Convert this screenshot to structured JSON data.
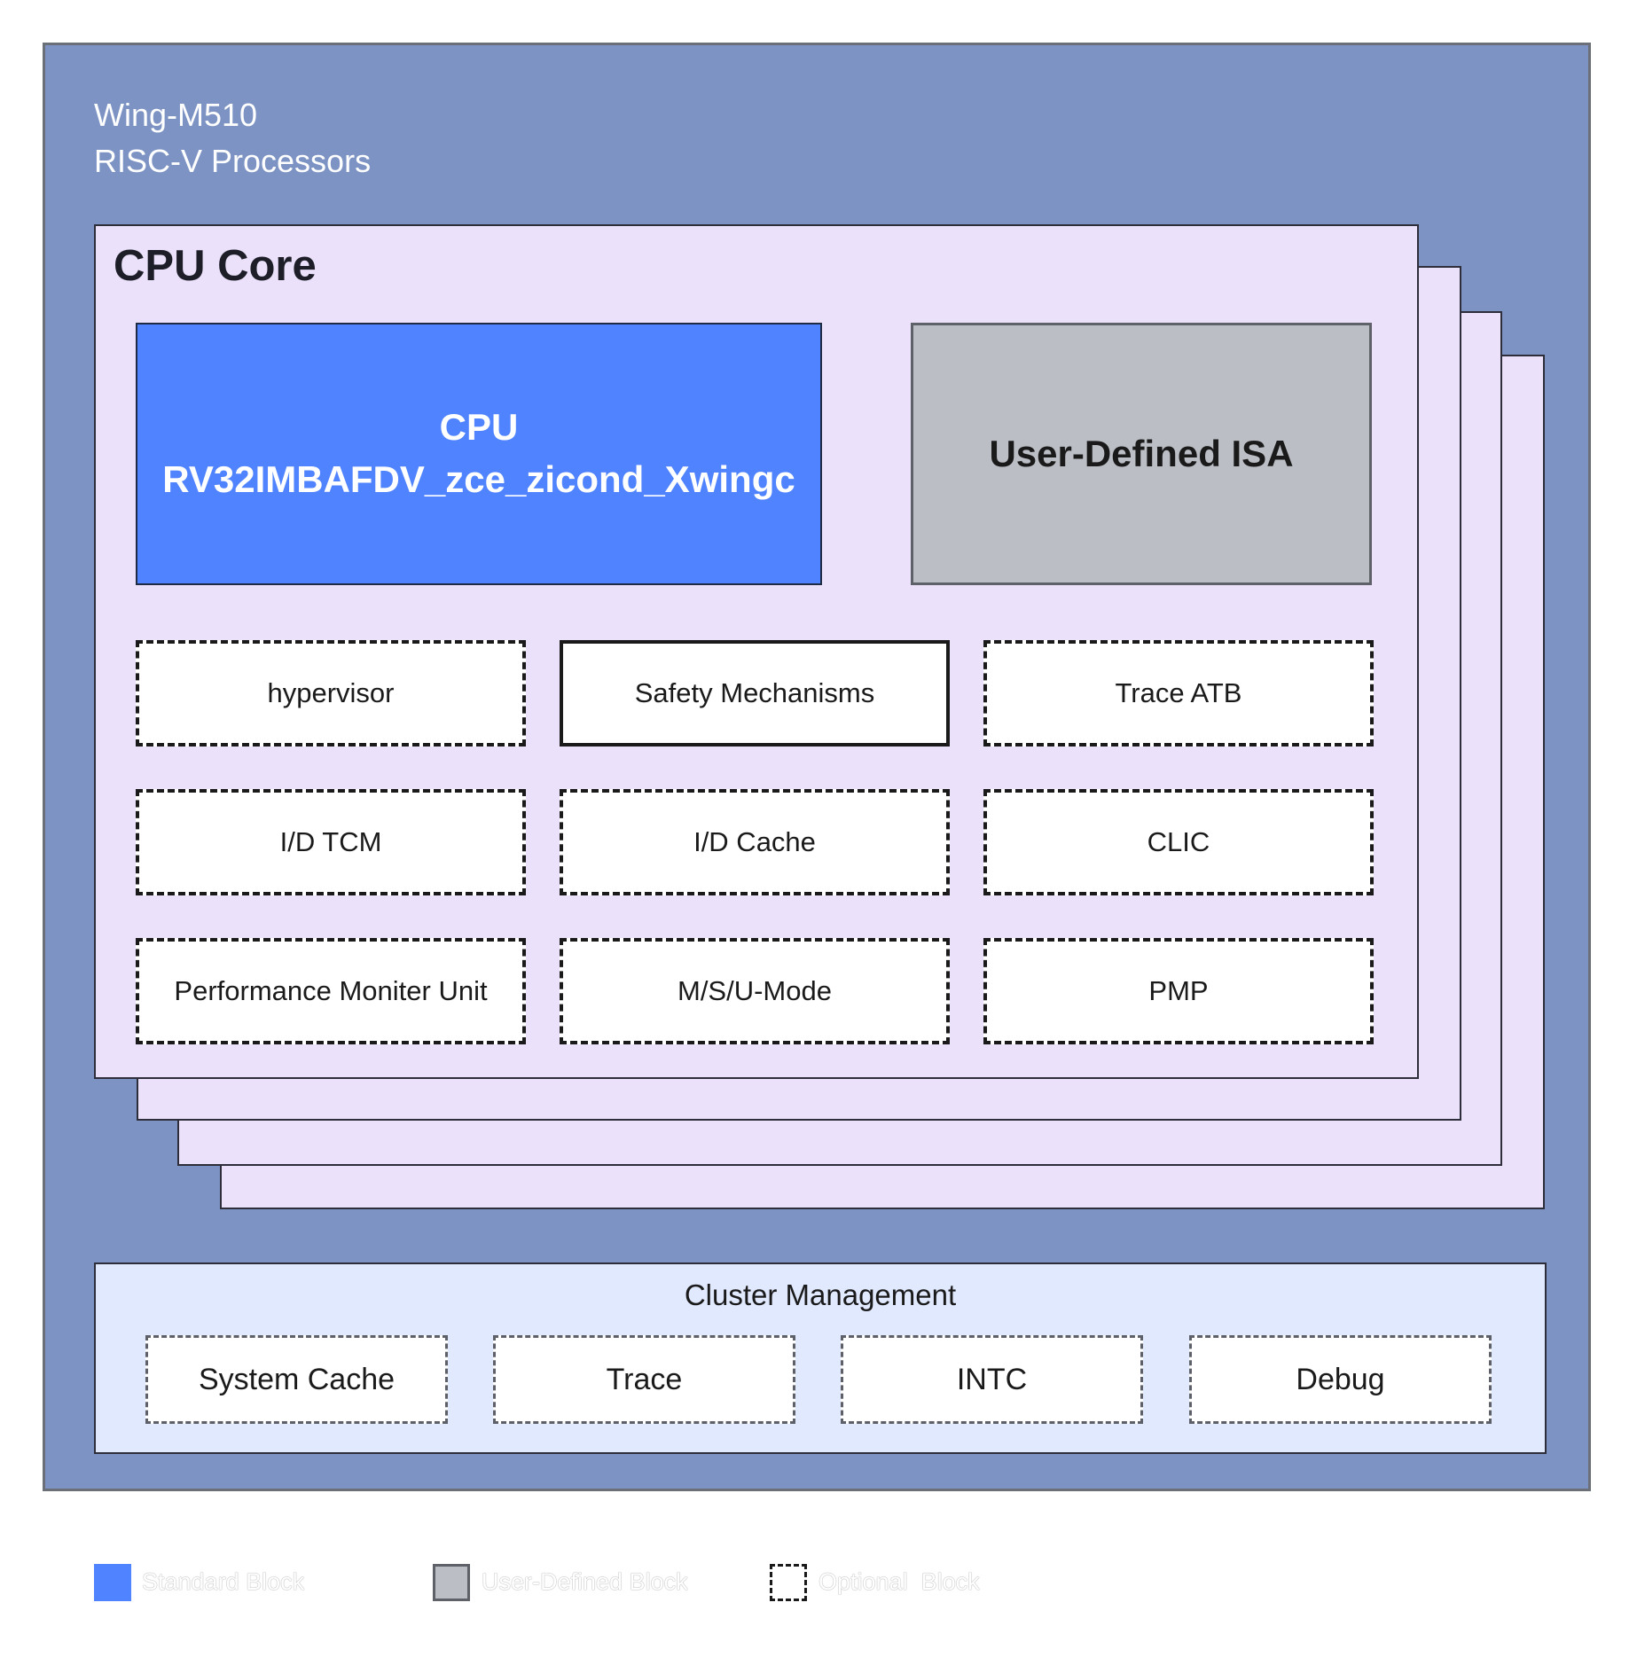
{
  "processor": {
    "name": "Wing-M510",
    "subtitle": "RISC-V Processors"
  },
  "core": {
    "title": "CPU Core",
    "cpu_block": {
      "line1": "CPU",
      "line2": "RV32IMBAFDV_zce_zicond_Xwingc"
    },
    "user_defined_isa": "User-Defined ISA",
    "features": [
      {
        "label": "hypervisor",
        "style": "optional"
      },
      {
        "label": "Safety Mechanisms",
        "style": "standard"
      },
      {
        "label": "Trace ATB",
        "style": "optional"
      },
      {
        "label": "I/D TCM",
        "style": "optional"
      },
      {
        "label": "I/D Cache",
        "style": "optional"
      },
      {
        "label": "CLIC",
        "style": "optional"
      },
      {
        "label": "Performance Moniter Unit",
        "style": "optional"
      },
      {
        "label": "M/S/U-Mode",
        "style": "optional"
      },
      {
        "label": "PMP",
        "style": "optional"
      }
    ]
  },
  "cluster": {
    "title": "Cluster Management",
    "items": [
      "System Cache",
      "Trace",
      "INTC",
      "Debug"
    ]
  },
  "legend": {
    "standard": "Standard Block",
    "user_defined": "User-Defined Block",
    "optional": "Optional  Block"
  },
  "colors": {
    "outer_background": "#7c93c4",
    "core_background": "#ebe1fb",
    "standard_block": "#4f83ff",
    "user_defined_block": "#bbbec4",
    "cluster_background": "#e1e9ff"
  }
}
